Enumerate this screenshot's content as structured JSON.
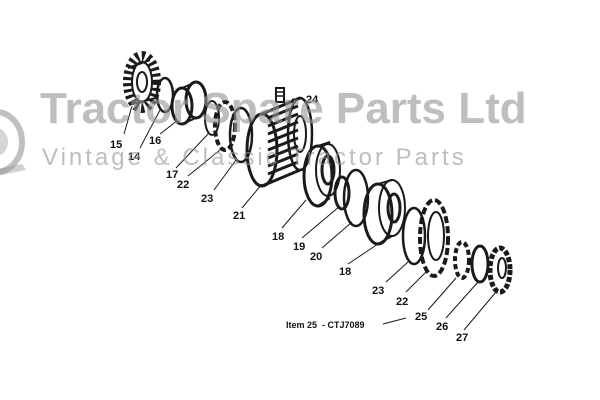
{
  "watermark": {
    "line1": "Tractor Spare Parts Ltd",
    "line2": "Vintage & Classic Tractor Parts"
  },
  "callouts": [
    "15",
    "14",
    "16",
    "17",
    "22",
    "23",
    "24",
    "21",
    "18",
    "19",
    "20",
    "18",
    "23",
    "22",
    "25",
    "26",
    "27"
  ],
  "note": "Item 25  - CTJ7089",
  "colors": {
    "ink": "#1a1a1a",
    "watermark": "#969696"
  }
}
